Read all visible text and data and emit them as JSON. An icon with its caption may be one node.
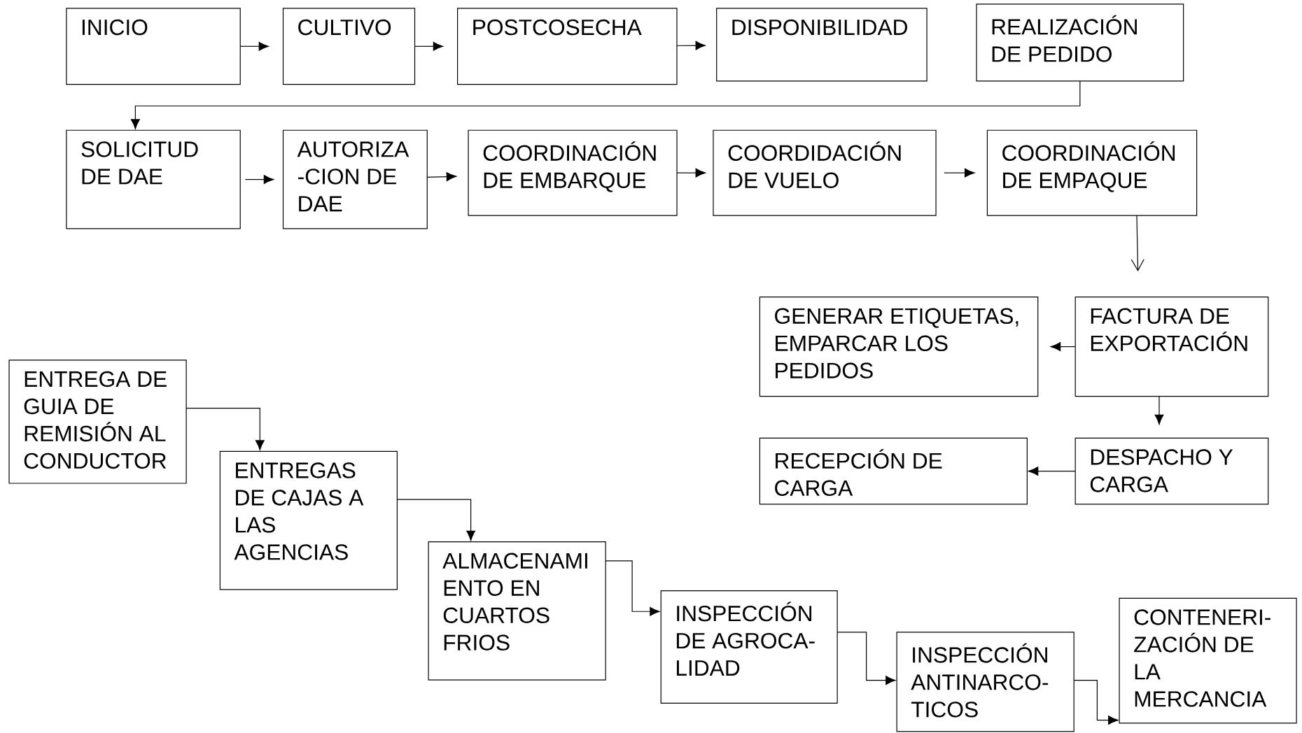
{
  "diagram": {
    "nodes": [
      {
        "text": [
          "INICIO"
        ]
      },
      {
        "text": [
          "CULTIVO"
        ]
      },
      {
        "text": [
          "POSTCOSECHA"
        ]
      },
      {
        "text": [
          "DISPONIBILIDAD"
        ]
      },
      {
        "text": [
          "REALIZACIÓN DE PEDIDO"
        ]
      },
      {
        "text": [
          "SOLICITUD DE DAE"
        ]
      },
      {
        "text": [
          "AUTORIZA -CION DE DAE"
        ]
      },
      {
        "text": [
          "COORDINACIÓN DE EMBARQUE"
        ]
      },
      {
        "text": [
          "COORDIDACIÓN DE VUELO"
        ]
      },
      {
        "text": [
          "COORDINACIÓN DE EMPAQUE"
        ]
      },
      {
        "text": [
          "GENERAR ETIQUETAS, EMPARCAR LOS PEDIDOS"
        ]
      },
      {
        "text": [
          "FACTURA DE EXPORTACIÓN"
        ]
      },
      {
        "text": [
          "ENTREGA DE GUIA DE REMISIÓN AL CONDUCTOR"
        ]
      },
      {
        "text": [
          "RECEPCIÓN DE CARGA"
        ]
      },
      {
        "text": [
          "DESPACHO Y CARGA"
        ]
      },
      {
        "text": [
          "ENTREGAS DE CAJAS A LAS AGENCIAS"
        ]
      },
      {
        "text": [
          "ALMACENAMI ENTO EN CUARTOS FRIOS"
        ]
      },
      {
        "text": [
          "INSPECCIÓN DE AGROCA- LIDAD"
        ]
      },
      {
        "text": [
          "INSPECCIÓN ANTINARCO- TICOS"
        ]
      },
      {
        "text": [
          "CONTENERI- ZACIÓN DE LA MERCANCIA"
        ]
      }
    ],
    "edges": [
      {
        "from": 0,
        "to": 1,
        "arrow": "to"
      },
      {
        "from": 1,
        "to": 2,
        "arrow": "to"
      },
      {
        "from": 2,
        "to": 3,
        "arrow": "to"
      },
      {
        "from": 4,
        "to": 5,
        "arrow": "to"
      },
      {
        "from": 5,
        "to": 6,
        "arrow": "to"
      },
      {
        "from": 6,
        "to": 7,
        "arrow": "to"
      },
      {
        "from": 7,
        "to": 8,
        "arrow": "to"
      },
      {
        "from": 8,
        "to": 9,
        "arrow": "to"
      },
      {
        "from": 9,
        "to": 11,
        "arrow": "to"
      },
      {
        "from": 11,
        "to": 10,
        "arrow": "to"
      },
      {
        "from": 11,
        "to": 14,
        "arrow": "to"
      },
      {
        "from": 14,
        "to": 13,
        "arrow": "to"
      },
      {
        "from": 12,
        "to": 15,
        "arrow": "to"
      },
      {
        "from": 15,
        "to": 16,
        "arrow": "to"
      },
      {
        "from": 16,
        "to": 17,
        "arrow": "to"
      },
      {
        "from": 17,
        "to": 18,
        "arrow": "to"
      },
      {
        "from": 18,
        "to": 19,
        "arrow": "to"
      }
    ]
  }
}
